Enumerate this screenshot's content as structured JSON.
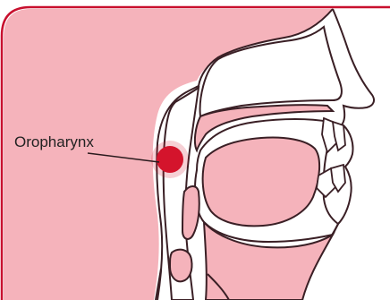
{
  "diagram": {
    "label": "Oropharynx",
    "colors": {
      "frame": "#c8102e",
      "skin": "#f5b3bb",
      "soft_tissue": "#f0a3ad",
      "outline": "#3a1f25",
      "highlight": "#d4142c",
      "background": "#ffffff"
    },
    "icons": [
      "head-profile-illustration",
      "oropharynx-highlight-dot"
    ]
  }
}
